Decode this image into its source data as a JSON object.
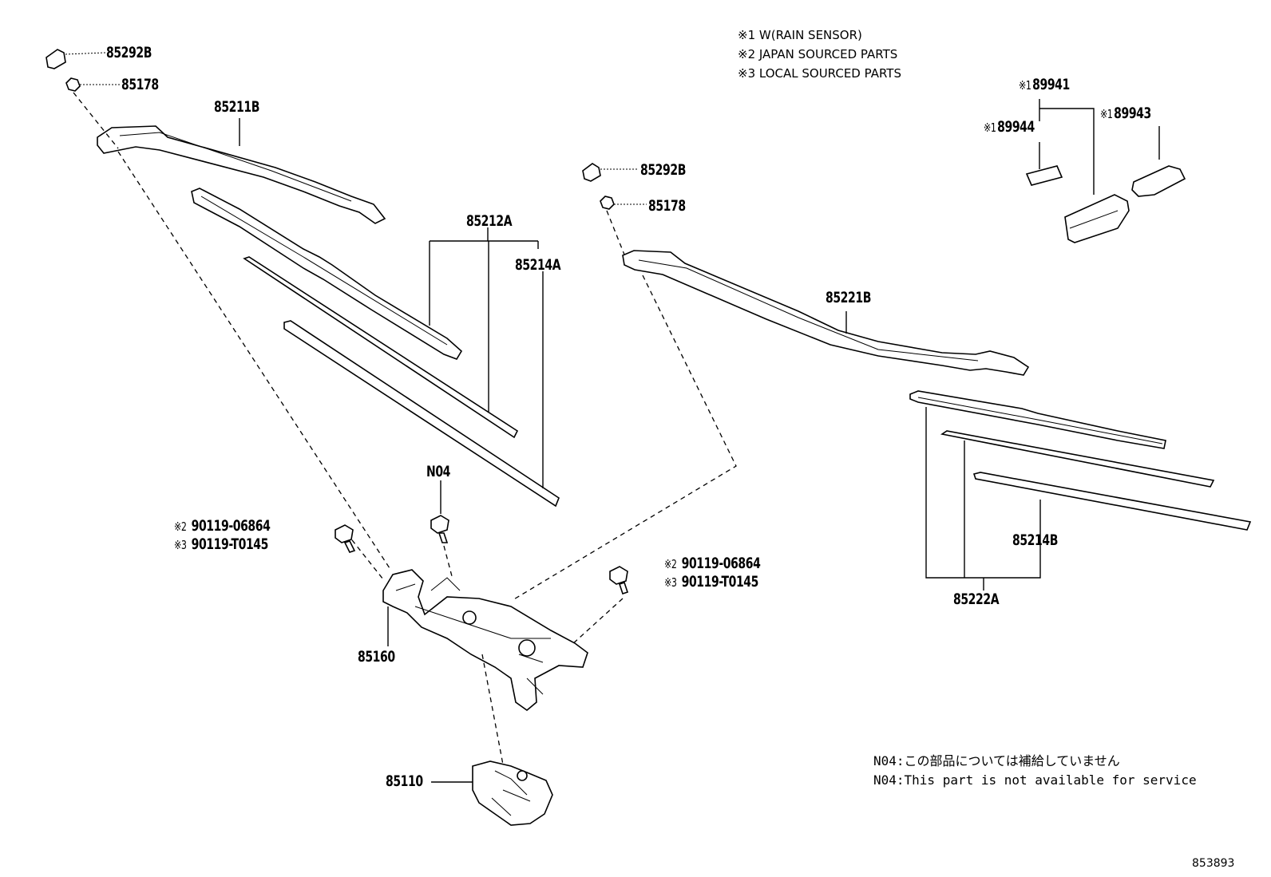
{
  "notes": {
    "legend": [
      "※1 W(RAIN SENSOR)",
      "※2 JAPAN SOURCED PARTS",
      "※3 LOCAL SOURCED PARTS"
    ],
    "n04_jp": "N04:この部品については補給していません",
    "n04_en": "N04:This part is not available for service"
  },
  "figure_number": "853893",
  "parts": {
    "p85292B_left": "85292B",
    "p85178_left": "85178",
    "p85211B": "85211B",
    "p85212A": "85212A",
    "p85214A": "85214A",
    "p85292B_right": "85292B",
    "p85178_right": "85178",
    "p85221B": "85221B",
    "p89941_prefix": "※1",
    "p89941": "89941",
    "p89944_prefix": "※1",
    "p89944": "89944",
    "p89943_prefix": "※1",
    "p89943": "89943",
    "pN04": "N04",
    "bolt_left_1_prefix": "※2",
    "bolt_left_1": "90119-06864",
    "bolt_left_2_prefix": "※3",
    "bolt_left_2": "90119-T0145",
    "bolt_right_1_prefix": "※2",
    "bolt_right_1": "90119-06864",
    "bolt_right_2_prefix": "※3",
    "bolt_right_2": "90119-T0145",
    "p85160": "85160",
    "p85110": "85110",
    "p85214B": "85214B",
    "p85222A": "85222A"
  }
}
